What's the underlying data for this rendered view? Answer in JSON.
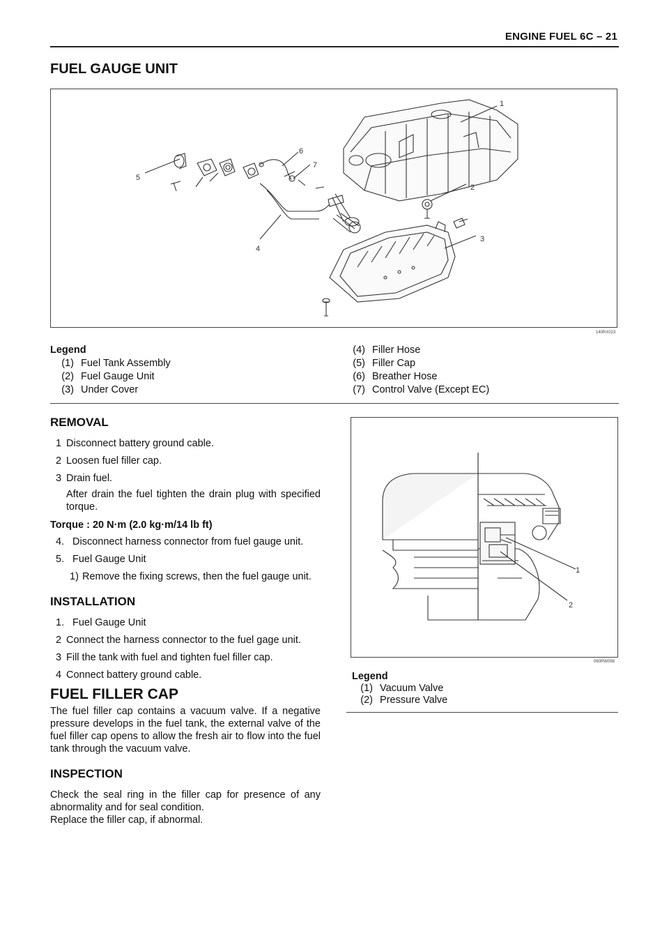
{
  "header": {
    "text": "ENGINE FUEL  6C – 21"
  },
  "title": "FUEL GAUGE UNIT",
  "figure1": {
    "code": "140RX023",
    "callouts": [
      "1",
      "2",
      "3",
      "4",
      "5",
      "6",
      "7"
    ]
  },
  "legend1": {
    "heading": "Legend",
    "left": [
      {
        "num": "(1)",
        "label": "Fuel Tank Assembly"
      },
      {
        "num": "(2)",
        "label": "Fuel Gauge Unit"
      },
      {
        "num": "(3)",
        "label": "Under Cover"
      }
    ],
    "right": [
      {
        "num": "(4)",
        "label": "Filler Hose"
      },
      {
        "num": "(5)",
        "label": "Filler Cap"
      },
      {
        "num": "(6)",
        "label": "Breather Hose"
      },
      {
        "num": "(7)",
        "label": "Control Valve (Except EC)"
      }
    ]
  },
  "removal": {
    "heading": "REMOVAL",
    "steps": [
      {
        "num": "1",
        "text": "Disconnect battery ground cable."
      },
      {
        "num": "2",
        "text": "Loosen fuel filler cap."
      },
      {
        "num": "3",
        "text": "Drain fuel."
      }
    ],
    "drain_note": "After drain the fuel tighten the drain plug with specified torque.",
    "torque": "Torque : 20 N·m (2.0 kg·m/14 lb ft)",
    "step4": {
      "num": "4.",
      "text": "Disconnect harness connector from fuel gauge unit."
    },
    "step5": {
      "num": "5.",
      "text": "Fuel Gauge Unit"
    },
    "sub1": {
      "num": "1)",
      "text": "Remove the fixing screws, then the fuel gauge unit."
    }
  },
  "installation": {
    "heading": "INSTALLATION",
    "steps": [
      {
        "num": "1.",
        "text": "Fuel Gauge Unit"
      },
      {
        "num": "2",
        "text": "Connect the harness connector to the fuel gage unit."
      },
      {
        "num": "3",
        "text": "Fill the tank with fuel and tighten fuel filler cap."
      },
      {
        "num": "4",
        "text": "Connect battery ground cable."
      }
    ]
  },
  "filler_cap": {
    "heading": "FUEL FILLER CAP",
    "text": "The fuel filler cap contains a vacuum valve. If a negative pressure develops in the fuel tank, the external valve of the fuel filler cap opens to allow the fresh air to flow into the fuel tank through the vacuum valve."
  },
  "inspection": {
    "heading": "INSPECTION",
    "line1": "Check the seal ring in the filler cap for presence of any abnormality and for seal condition.",
    "line2": "Replace the filler cap, if abnormal."
  },
  "figure2": {
    "code": "060RW098",
    "callouts": [
      "1",
      "2"
    ]
  },
  "legend2": {
    "heading": "Legend",
    "items": [
      {
        "num": "(1)",
        "label": "Vacuum Valve"
      },
      {
        "num": "(2)",
        "label": "Pressure Valve"
      }
    ]
  }
}
